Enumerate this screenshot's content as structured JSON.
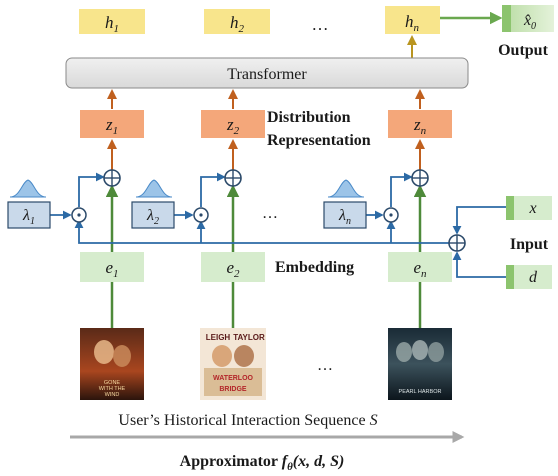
{
  "hidden_states": [
    "h",
    "h",
    "h"
  ],
  "hidden_subs": [
    "1",
    "2",
    "n"
  ],
  "output_var": "x̂",
  "output_sub": "0",
  "output_label": "Output",
  "transformer_label": "Transformer",
  "dist_vars": [
    "z",
    "z",
    "z"
  ],
  "dist_subs": [
    "1",
    "2",
    "n"
  ],
  "dist_label_line1": "Distribution",
  "dist_label_line2": "Representation",
  "lambdas": [
    "λ",
    "λ",
    "λ"
  ],
  "lambda_subs": [
    "1",
    "2",
    "n"
  ],
  "embeddings": [
    "e",
    "e",
    "e"
  ],
  "embedding_subs": [
    "1",
    "2",
    "n"
  ],
  "embedding_label": "Embedding",
  "input_x": "x",
  "input_d": "d",
  "input_label": "Input",
  "ellipsis": "…",
  "posters": [
    {
      "lines": [
        "GONE",
        "WITH THE",
        "WIND"
      ],
      "colors": [
        "#3a1a12",
        "#9b3b1c",
        "#e8b070"
      ]
    },
    {
      "lines": [
        "LEIGH",
        "TAYLOR",
        "WATERLOO",
        "BRIDGE"
      ],
      "colors": [
        "#f3e6d6",
        "#7a2a2a",
        "#c9a26b"
      ]
    },
    {
      "lines": [
        "PEARL HARBOR"
      ],
      "colors": [
        "#0d1a24",
        "#2b3d48",
        "#8aa0a8"
      ]
    }
  ],
  "sequence_label_prefix": "User’s Historical Interaction Sequence ",
  "sequence_var": "S",
  "approximator_label": "Approximator ",
  "approximator_func": "f",
  "approximator_sub": "θ",
  "approximator_args": "(x, d, S)",
  "colors": {
    "hidden_fill": "#f8e58c",
    "output_fill": "#d9eec9",
    "dist_fill": "#f4a77a",
    "embed_fill": "#d6eccd",
    "lambda_fill": "#c9d9ea",
    "transformer_fill": "#e6e6e6",
    "orange_arrow": "#c0601f",
    "green_arrow": "#4e8a3a",
    "blue_line": "#2c6aa5",
    "gold_arrow": "#b99520",
    "green_out_arrow": "#6aa84f",
    "gray_arrow": "#a8a8a8"
  }
}
